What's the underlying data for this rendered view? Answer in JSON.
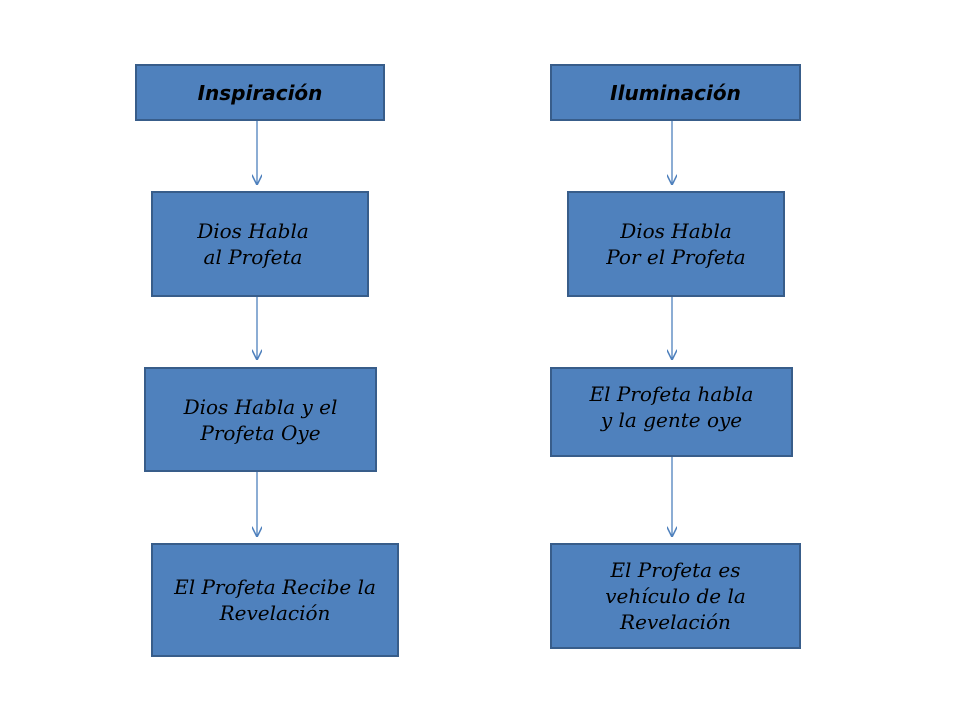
{
  "colors": {
    "box_fill": "#4f81bd",
    "box_border": "#385d8a",
    "arrow": "#4f81bd",
    "background": "#ffffff"
  },
  "left_column": {
    "header": "Inspiración",
    "steps": [
      "Dios Habla\nal Profeta",
      "Dios Habla y el\nProfeta Oye",
      "El Profeta Recibe la\nRevelación"
    ]
  },
  "right_column": {
    "header": "Iluminación",
    "steps": [
      "Dios Habla\nPor el Profeta",
      "El Profeta habla\ny la gente oye",
      "El Profeta es\nvehículo de la\nRevelación"
    ]
  }
}
